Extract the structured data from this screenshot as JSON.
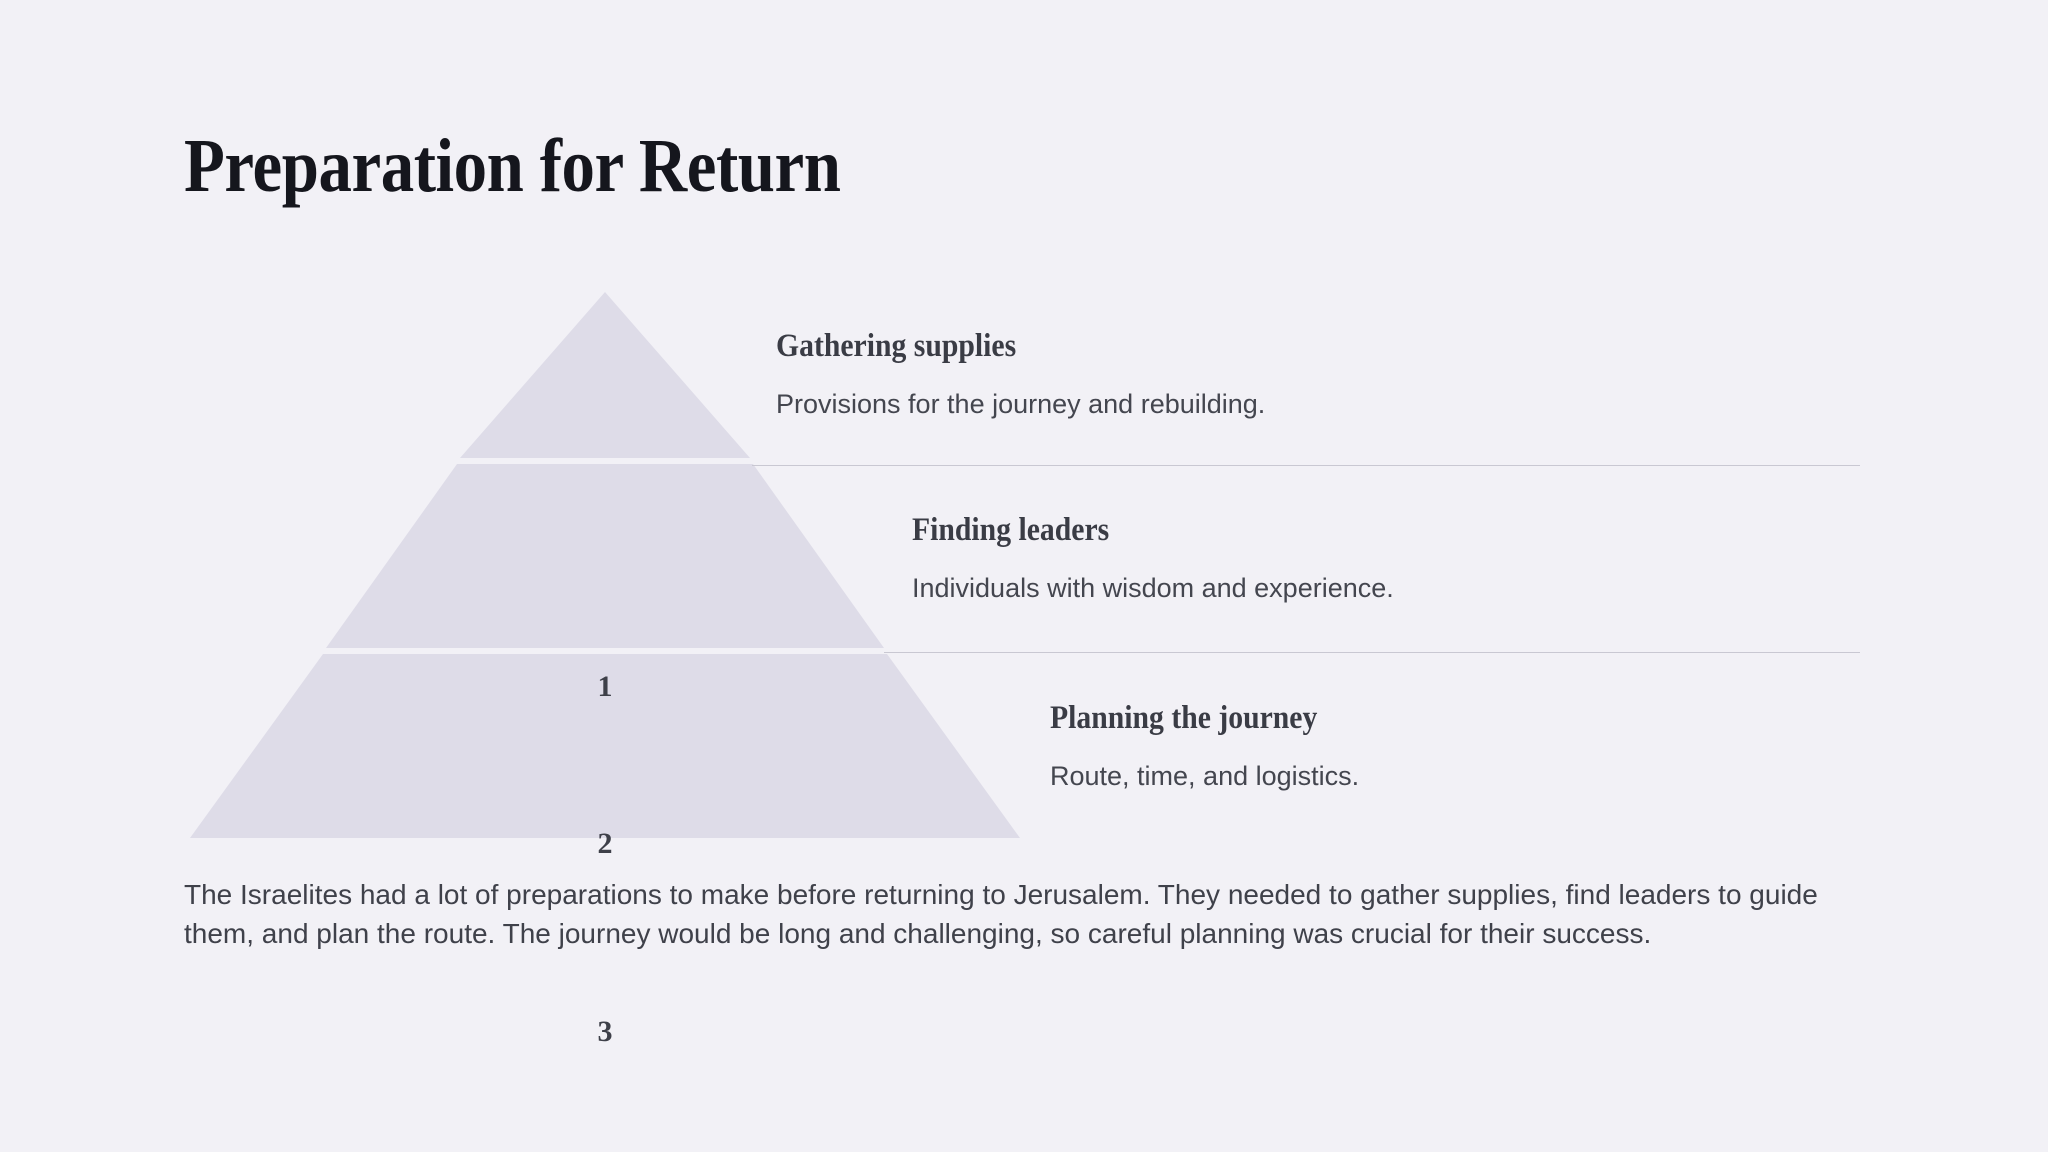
{
  "page": {
    "title": "Preparation for Return",
    "background_color": "#f2f1f6",
    "pyramid_fill_color": "#dedce8",
    "text_color": "#3f414a",
    "title_color": "#15161d"
  },
  "pyramid": {
    "tiers": [
      {
        "number": "1",
        "title": "Gathering supplies",
        "description": "Provisions for the journey and rebuilding."
      },
      {
        "number": "2",
        "title": "Finding leaders",
        "description": "Individuals with wisdom and experience."
      },
      {
        "number": "3",
        "title": "Planning the journey",
        "description": "Route, time, and logistics."
      }
    ]
  },
  "body": {
    "paragraph": "The Israelites had a lot of preparations to make before returning to Jerusalem. They needed to gather supplies, find leaders to guide them, and plan the route. The journey would be long and challenging, so careful planning was crucial for their success."
  }
}
